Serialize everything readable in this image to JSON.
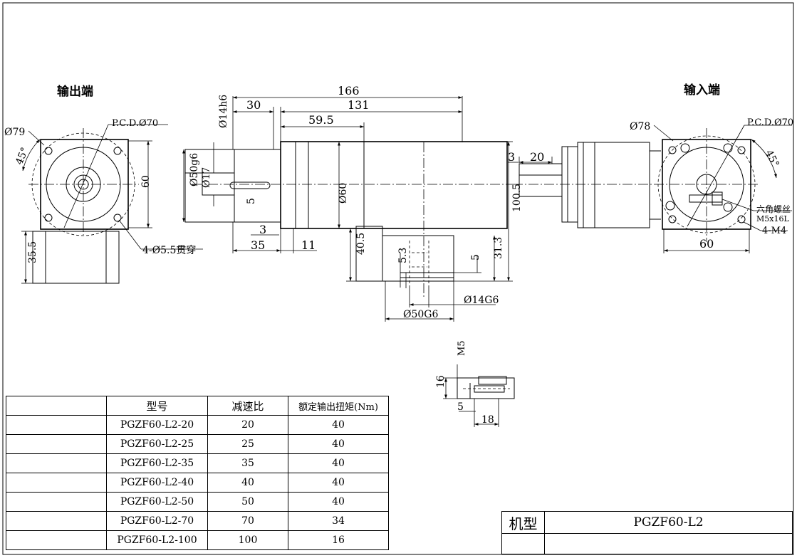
{
  "views": {
    "output_end": {
      "title": "输出端",
      "dims": {
        "d79": "Ø79",
        "pcd": "P.C.D.Ø70",
        "angle": "45°",
        "h60": "60",
        "holes": "4-Ø5.5贯穿",
        "h35_5": "35.5"
      }
    },
    "side": {
      "dims": {
        "d166": "166",
        "d30": "30",
        "d131": "131",
        "d59_5": "59.5",
        "d14h6": "Ø14h6",
        "d50g6": "Ø50g6",
        "d17": "Ø17",
        "d5": "5",
        "d60": "Ø60",
        "d3": "3",
        "d35": "35",
        "d11": "11",
        "d40_5": "40.5",
        "d100_5": "100.5",
        "d31_3": "31.3",
        "d5b": "5",
        "d5_3": "5.3",
        "d14g6": "Ø14G6",
        "d50G6": "Ø50G6"
      }
    },
    "input_end": {
      "title": "输入端",
      "dims": {
        "d3": "3",
        "d20": "20",
        "d78": "Ø78",
        "pcd": "P.C.D.Ø70",
        "angle": "45°",
        "screw1": "六角螺丝",
        "screw2": "M5x16L",
        "m4": "4-M4",
        "w60": "60"
      }
    },
    "detail": {
      "dims": {
        "m5": "M5",
        "d16": "16",
        "d5": "5",
        "d18": "18"
      }
    }
  },
  "spec_table": {
    "headers": [
      "",
      "型号",
      "减速比",
      "额定输出扭矩(Nm)"
    ],
    "rows": [
      {
        "model": "PGZF60-L2-20",
        "ratio": "20",
        "torque": "40"
      },
      {
        "model": "PGZF60-L2-25",
        "ratio": "25",
        "torque": "40"
      },
      {
        "model": "PGZF60-L2-35",
        "ratio": "35",
        "torque": "40"
      },
      {
        "model": "PGZF60-L2-40",
        "ratio": "40",
        "torque": "40"
      },
      {
        "model": "PGZF60-L2-50",
        "ratio": "50",
        "torque": "40"
      },
      {
        "model": "PGZF60-L2-70",
        "ratio": "70",
        "torque": "34"
      },
      {
        "model": "PGZF60-L2-100",
        "ratio": "100",
        "torque": "16"
      }
    ]
  },
  "model_box": {
    "label": "机型",
    "value": "PGZF60-L2"
  }
}
